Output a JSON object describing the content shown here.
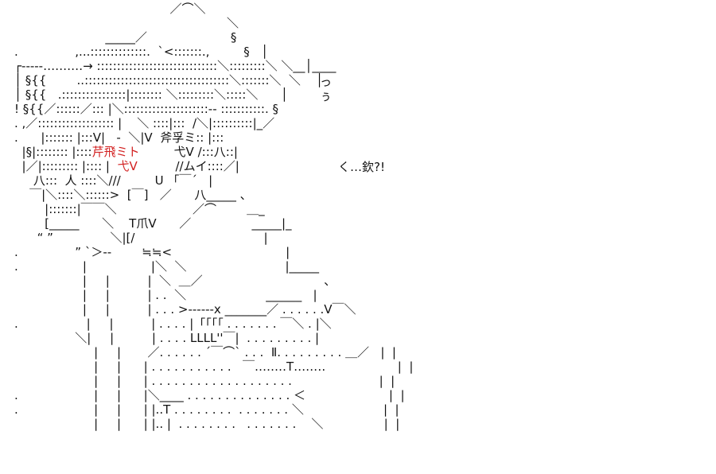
{
  "art": {
    "lines": [
      {
        "segs": [
          {
            "t": "                                         ／⌒＼"
          }
        ]
      },
      {
        "segs": [
          {
            "t": "                                                        ＼"
          }
        ]
      },
      {
        "segs": [
          {
            "t": "                        _____／                      §"
          }
        ]
      },
      {
        "segs": [
          {
            "t": ".               ,...::::::::::::::.  `<:::::::.,         §   │"
          }
        ]
      },
      {
        "segs": [
          {
            "t": "┌-----‥‥‥‥‥→ ::::::::::::::::::::::::::::::＼:::::::::＼ ＼__│____"
          }
        ]
      },
      {
        "segs": [
          {
            "t": "│ §{{        ..::::::::::::::::::::::::::::::::::::＼:::::::＼  ＼    │"
          }
        ]
      },
      {
        "segs": [
          {
            "t": "│ §{{   .::::::::::::::::|:::::::: ＼:::::::::＼:::::＼      │"
          }
        ]
      },
      {
        "segs": [
          {
            "t": "! §{{／::::::／::: |＼:::::::::::::::::::::-- :::::::::::. §"
          }
        ]
      },
      {
        "segs": [
          {
            "t": ". ,／::::::::::::::::::: |    ＼ ::::|:::  /＼|::::::::::|_／"
          }
        ]
      },
      {
        "segs": [
          {
            "t": ".      |::::::: |:::V|   -  ＼|V  斧孚ミ:: |:::"
          }
        ]
      },
      {
        "segs": [
          {
            "t": "  |§|:::::::: |::::"
          },
          {
            "t": "芹飛ミト",
            "hl": true
          },
          {
            "t": "         弋V /:::八::|"
          }
        ]
      },
      {
        "segs": [
          {
            "t": "  |／|::::::::: |:::: |  "
          },
          {
            "t": "弋V",
            "hl": true
          },
          {
            "t": "          //ムイ::::／|"
          }
        ]
      },
      {
        "segs": [
          {
            "t": "     八:::  人 ::::＼///         U 「￣´   |"
          }
        ]
      },
      {
        "segs": [
          {
            "t": "    ￣|＼::::＼::::::>  [￣]   ／      八_____ 、"
          }
        ]
      },
      {
        "segs": [
          {
            "t": "        |:::::::|￣￣＼                    ／⌒        ＿_"
          }
        ]
      },
      {
        "segs": [
          {
            "t": "        [_____      ＼    T爪V      ／                _____|_"
          }
        ]
      },
      {
        "segs": [
          {
            "t": "      “ ”               ＼|[/                                  |"
          }
        ]
      },
      {
        "segs": [
          {
            "t": ".               ” `＞--        ≒≒<                              |"
          }
        ]
      },
      {
        "segs": [
          {
            "t": ".                 |                 |＼  ＼                          |_____"
          }
        ]
      },
      {
        "segs": [
          {
            "t": "                  |     |          |  ＼  ＿／                                、"
          }
        ]
      },
      {
        "segs": [
          {
            "t": "                  |     |          | . .  ＼                     ______   |"
          }
        ]
      },
      {
        "segs": [
          {
            "t": "                  |     |          | . . . >------x _______／ . . . . . .V￣＼"
          }
        ]
      },
      {
        "segs": [
          {
            "t": ".                  |     |          | . . . . |「「「「 . . . . . . . ￣＼ . |＼"
          }
        ]
      },
      {
        "segs": [
          {
            "t": "                ＼|     |          | . . . . LLLL''￣|  . . . . . . . . . |"
          }
        ]
      },
      {
        "segs": [
          {
            "t": "                     |     |       ／. . . . . . ´￣⌒` . . .  Ⅱ. . . . . . . . . ＿／   |  |"
          }
        ]
      },
      {
        "segs": [
          {
            "t": "                     |     |      | . . . . . . . . . . .   ￣‥‥‥‥T‥‥‥‥                   |  |"
          }
        ]
      },
      {
        "segs": [
          {
            "t": "                     |     |      | . . . . . . . . . . . . . . . . . . .                       |  |"
          }
        ]
      },
      {
        "segs": [
          {
            "t": ".                    |     |      |＼____ . . . . . . . . . . . . . . ＜                      |  |"
          }
        ]
      },
      {
        "segs": [
          {
            "t": ".                    |     |      | |..T . . . . . . . .  . . . . . . . ＼                     |  |"
          }
        ]
      },
      {
        "segs": [
          {
            "t": "                     |     |      | |.. |  . . . . . . . .   . . . . . . .    ＼                |  |"
          }
        ]
      }
    ]
  },
  "sfx": {
    "line1": "っ",
    "line2": "ぅ"
  },
  "dialogue": {
    "text": "く…欽?!"
  }
}
